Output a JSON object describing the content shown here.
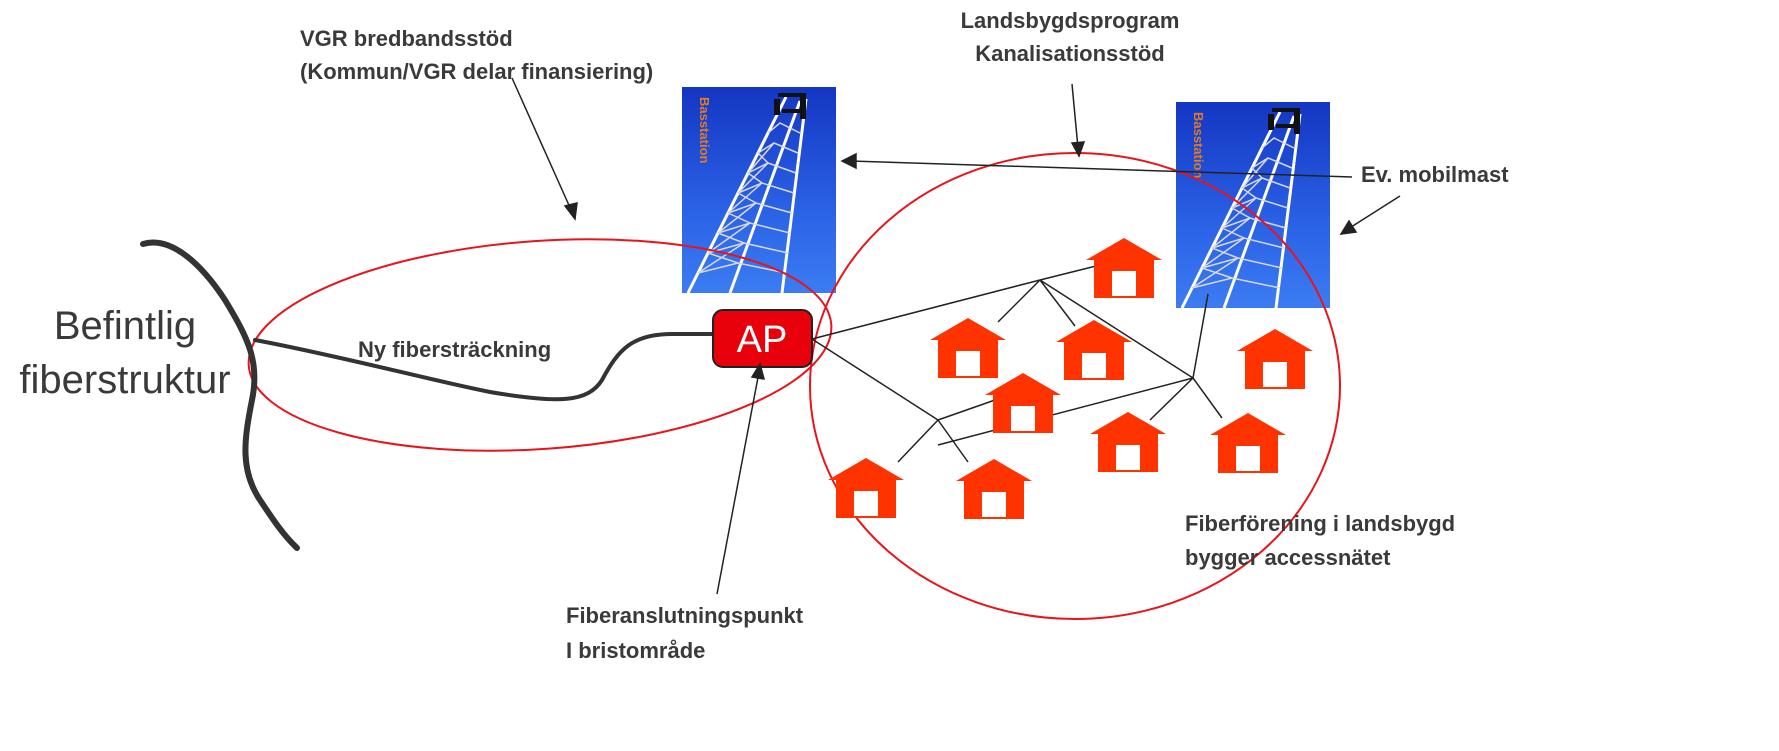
{
  "labels": {
    "vgr_line1": "VGR bredbandsstöd",
    "vgr_line2": "(Kommun/VGR delar finansiering)",
    "lbp_line1": "Landsbygdsprogram",
    "lbp_line2": "Kanalisationsstöd",
    "befintlig_line1": "Befintlig",
    "befintlig_line2": "fiberstruktur",
    "ny_fiber": "Ny fibersträckning",
    "ap": "AP",
    "mobilmast": "Ev. mobilmast",
    "forening_line1": "Fiberförening i landsbygd",
    "forening_line2": "bygger accessnätet",
    "anslutning_line1": "Fiberanslutningspunkt",
    "anslutning_line2": "I bristområde"
  },
  "mast_photo_text": "Basstation",
  "colors": {
    "ellipse": "#e8141c",
    "house": "#ff3300",
    "ap_fill": "#e8000b",
    "fiber": "#333333",
    "text": "#3a3a3a",
    "sky": "#1f4fd6"
  },
  "icons": {
    "house": "house-icon",
    "mast": "mobile-mast-photo"
  }
}
